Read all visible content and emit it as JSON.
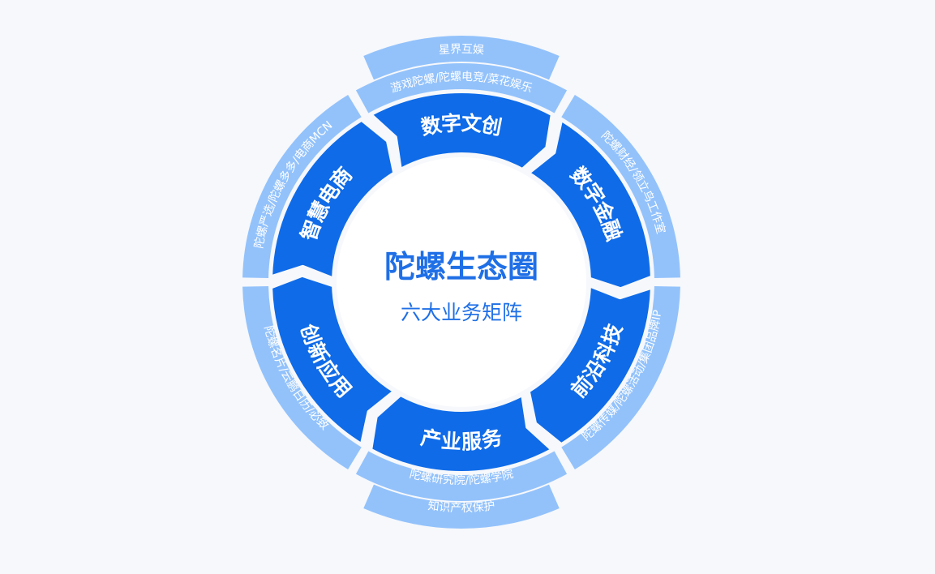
{
  "center": {
    "title": "陀螺生态圈",
    "subtitle": "六大业务矩阵"
  },
  "segments": [
    {
      "label": "数字文创",
      "mid_angle": 0,
      "outer": [
        "游戏陀螺/陀螺电竞/菜花娱乐",
        "星界互娱"
      ]
    },
    {
      "label": "数字金融",
      "mid_angle": 60,
      "outer": [
        "陀螺财经/领立鸟工作室"
      ]
    },
    {
      "label": "前沿科技",
      "mid_angle": 120,
      "outer": [
        "陀螺传媒/陀螺活动/集团品牌IP"
      ]
    },
    {
      "label": "产业服务",
      "mid_angle": 180,
      "outer": [
        "陀螺研究院/陀螺学院",
        "知识产权保护"
      ]
    },
    {
      "label": "创新应用",
      "mid_angle": 240,
      "outer": [
        "陀螺名片/云鹏日历/必致"
      ]
    },
    {
      "label": "智慧电商",
      "mid_angle": 300,
      "outer": [
        "陀螺严选/陀螺多多/电商MCN"
      ]
    }
  ],
  "colors": {
    "background": "#f6f8fb",
    "segment": "#0f6be8",
    "outer_band": "#93c2fb",
    "outer_band_2": "#93c2fb",
    "center_text": "#1f6fe6"
  }
}
